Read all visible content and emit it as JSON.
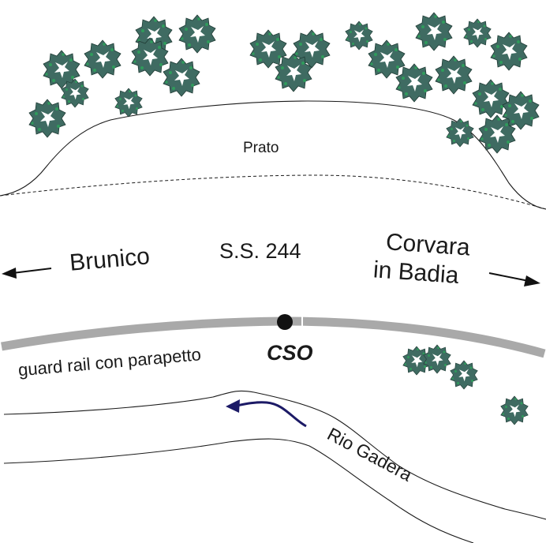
{
  "labels": {
    "meadow": "Prato",
    "road": "S.S. 244",
    "left_destination": "Brunico",
    "right_destination_line1": "Corvara",
    "right_destination_line2": "in Badia",
    "guard_rail": "guard rail con parapetto",
    "cso": "CSO",
    "river": "Rio Gadera"
  },
  "colors": {
    "tree_fill": "#3f6b62",
    "tree_highlight": "#2f9b5b",
    "guard_rail": "#a9a9a9",
    "flow_arrow": "#1c1a66",
    "line": "#1a1a1a"
  },
  "icons": {
    "tree": "tree-icon",
    "cso_marker": "dot-marker-icon",
    "direction_arrow": "arrow-icon",
    "flow_arrow": "curved-arrow-icon"
  }
}
